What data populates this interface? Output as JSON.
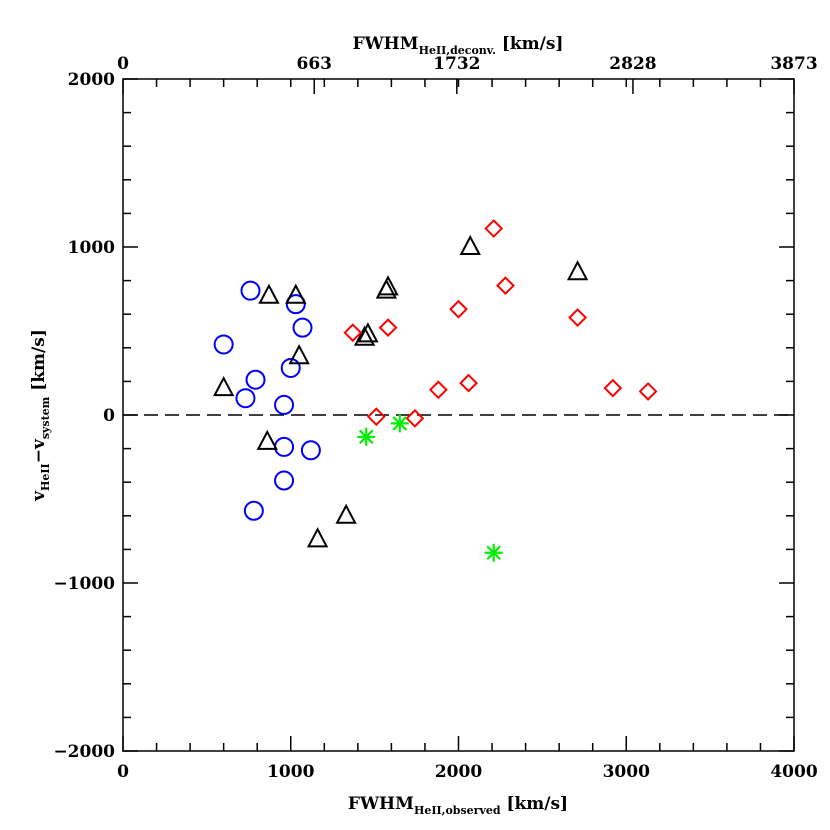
{
  "chart_data": {
    "type": "scatter",
    "title": "",
    "xlabel": {
      "main": "FWHM",
      "sub": "HeII,observed",
      "unit": " [km/s]"
    },
    "x2label": {
      "main": "FWHM",
      "sub": "HeII,deconv.",
      "unit": " [km/s]"
    },
    "ylabel": {
      "part1": "v",
      "sub1": "HeII",
      "dash": "−v",
      "sub2": "system",
      "unit": " [km/s]"
    },
    "xlim": [
      0,
      4000
    ],
    "ylim": [
      -2000,
      2000
    ],
    "xticks": [
      0,
      1000,
      2000,
      3000,
      4000
    ],
    "yticks": [
      -2000,
      -1000,
      0,
      1000,
      2000
    ],
    "x2ticks": [
      {
        "at": 0,
        "label": "0"
      },
      {
        "at": 1140,
        "label": "663"
      },
      {
        "at": 1990,
        "label": "1732"
      },
      {
        "at": 3040,
        "label": "2828"
      },
      {
        "at": 4000,
        "label": "3873"
      }
    ],
    "reference_line": {
      "y": 0,
      "style": "dashed"
    },
    "series": [
      {
        "marker": "circle",
        "color": "#0000ff",
        "points": [
          [
            600,
            420
          ],
          [
            760,
            740
          ],
          [
            730,
            100
          ],
          [
            790,
            210
          ],
          [
            780,
            -570
          ],
          [
            960,
            60
          ],
          [
            960,
            -190
          ],
          [
            960,
            -390
          ],
          [
            1000,
            280
          ],
          [
            1030,
            660
          ],
          [
            1070,
            520
          ],
          [
            1120,
            -210
          ]
        ]
      },
      {
        "marker": "triangle",
        "color": "#000000",
        "points": [
          [
            600,
            160
          ],
          [
            870,
            710
          ],
          [
            860,
            -160
          ],
          [
            1030,
            710
          ],
          [
            1050,
            350
          ],
          [
            1160,
            -740
          ],
          [
            1330,
            -600
          ],
          [
            1440,
            460
          ],
          [
            1460,
            480
          ],
          [
            1570,
            740
          ],
          [
            1580,
            760
          ],
          [
            2070,
            1000
          ],
          [
            2710,
            850
          ]
        ]
      },
      {
        "marker": "diamond",
        "color": "#ff0000",
        "points": [
          [
            1370,
            490
          ],
          [
            1510,
            -10
          ],
          [
            1580,
            520
          ],
          [
            1740,
            -20
          ],
          [
            1880,
            150
          ],
          [
            2000,
            630
          ],
          [
            2060,
            190
          ],
          [
            2210,
            1110
          ],
          [
            2280,
            770
          ],
          [
            2710,
            580
          ],
          [
            2920,
            160
          ],
          [
            3130,
            140
          ]
        ]
      },
      {
        "marker": "asterisk",
        "color": "#00ee00",
        "points": [
          [
            1450,
            -130
          ],
          [
            1650,
            -50
          ],
          [
            2210,
            -820
          ]
        ]
      }
    ]
  }
}
